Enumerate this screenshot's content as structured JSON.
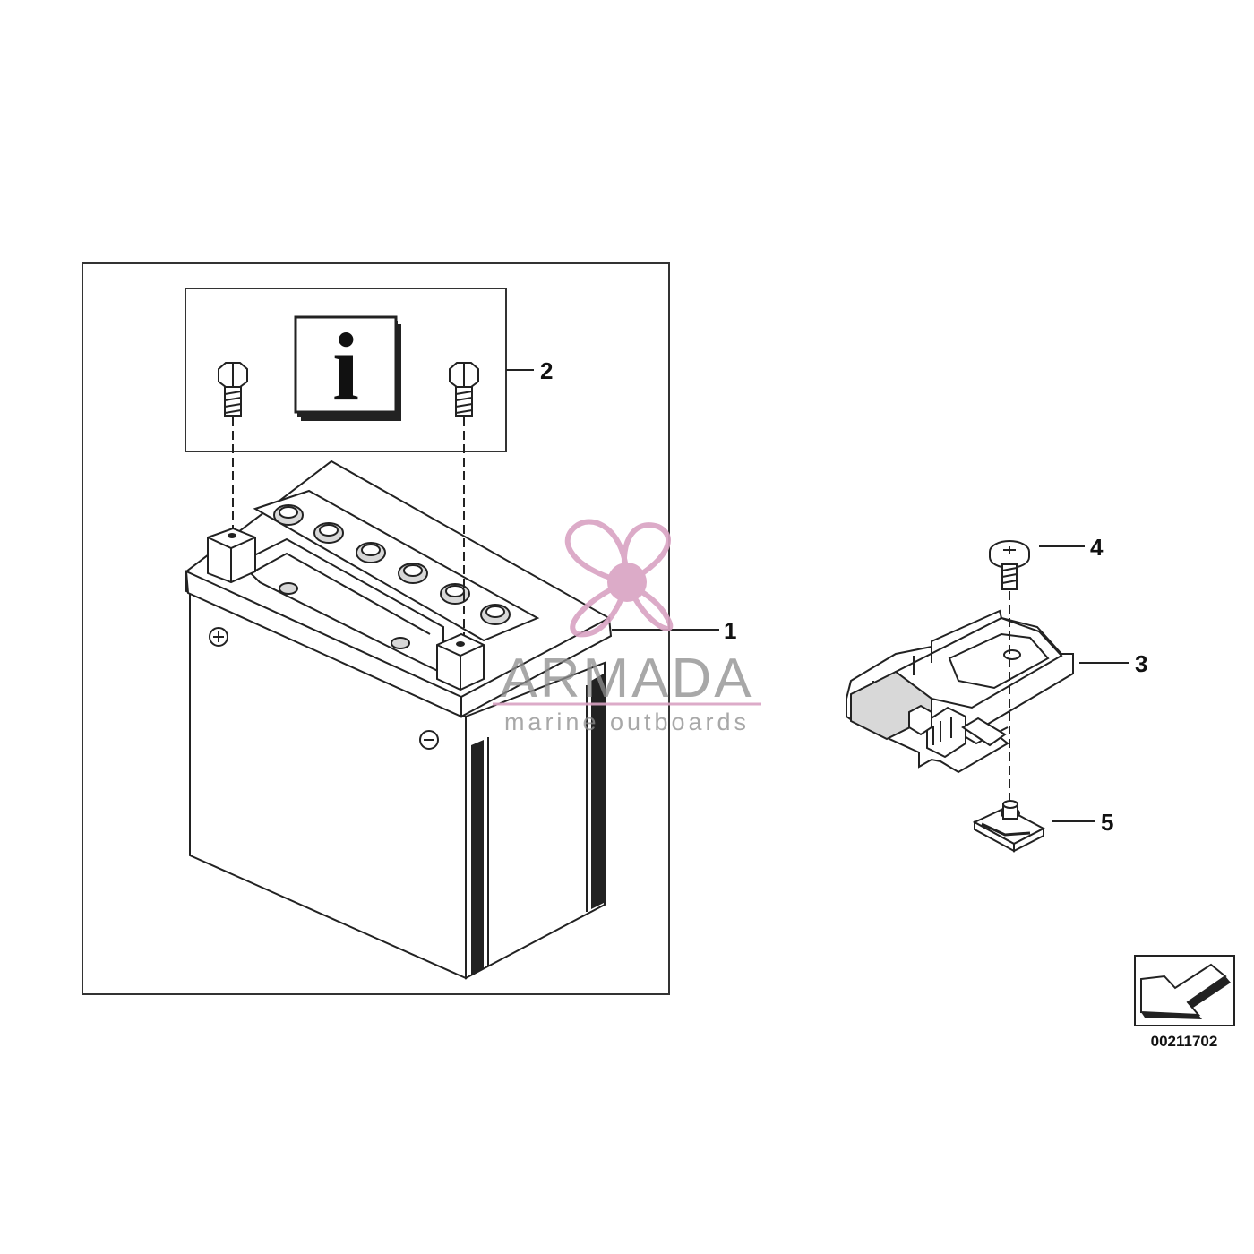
{
  "parts": [
    {
      "number": "1",
      "name": "battery"
    },
    {
      "number": "2",
      "name": "info-kit"
    },
    {
      "number": "3",
      "name": "holder-bracket"
    },
    {
      "number": "4",
      "name": "screw"
    },
    {
      "number": "5",
      "name": "clip-nut"
    }
  ],
  "reference_number": "00211702",
  "watermark": {
    "title": "ARMADA",
    "subtitle": "marine outboards",
    "color": "#d9a3c3",
    "text_color": "#8e8e8e",
    "logo": "propeller-logo"
  },
  "info_symbol": {
    "glyph": "i",
    "icon": "info-icon"
  },
  "direction_icon": "arrow-down-left-icon",
  "colors": {
    "line": "#222222",
    "background": "#ffffff"
  }
}
